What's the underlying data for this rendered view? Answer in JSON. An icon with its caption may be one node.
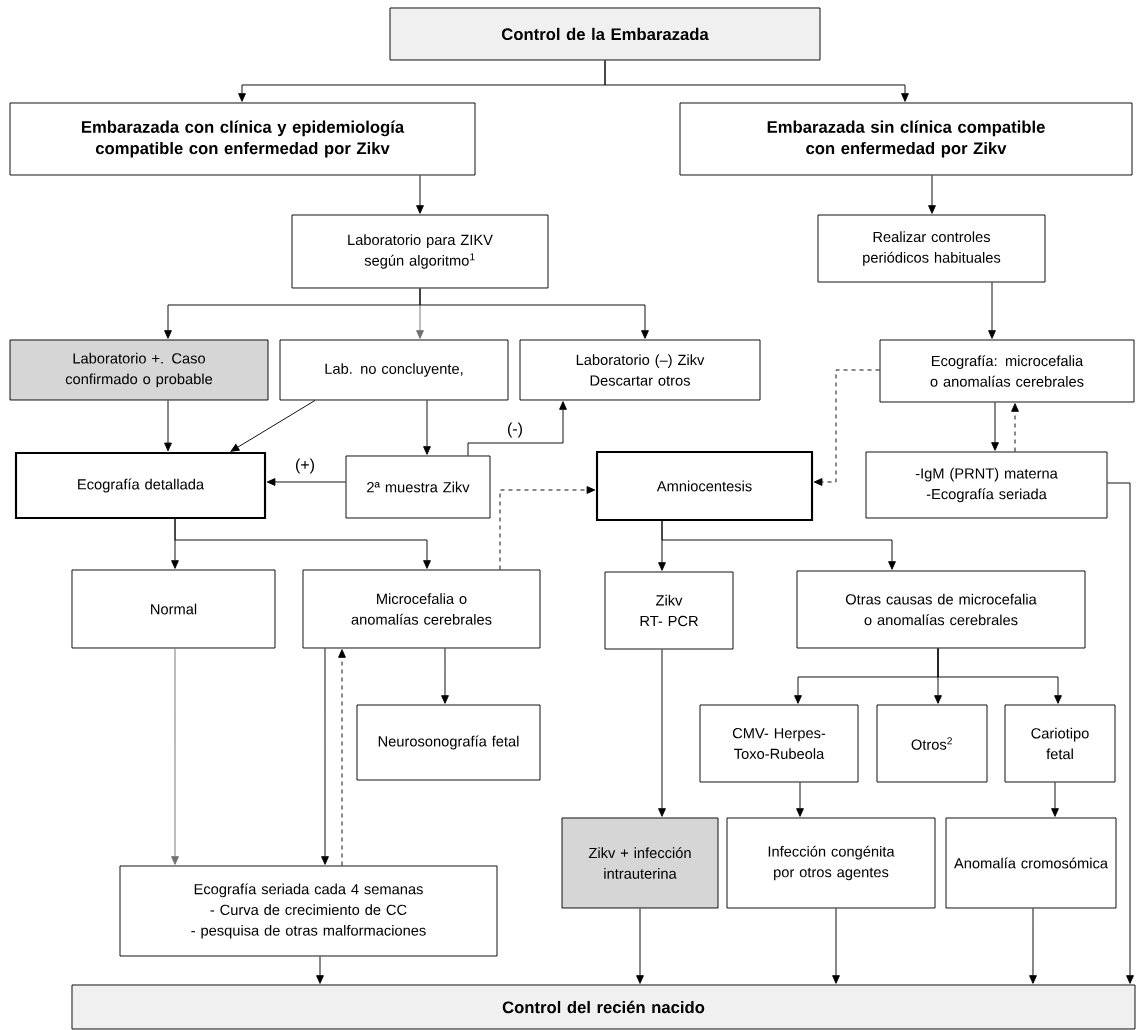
{
  "diagram": {
    "nodes": [
      {
        "text": [
          "Control de la Embarazada"
        ]
      },
      {
        "text": [
          "Embarazada con clínica y epidemiología compatible con enfermedad por Zikv"
        ]
      },
      {
        "text": [
          "Embarazada sin clínica compatible con enfermedad por Zikv"
        ]
      },
      {
        "text": [
          "Laboratorio para ZIKV según algoritmo$^{1}$"
        ]
      },
      {
        "text": [
          "Realizar controles periódicos habituales"
        ]
      },
      {
        "text": [
          "Laboratorio +. Caso confirmado o probable"
        ]
      },
      {
        "text": [
          "Lab. no concluyente,"
        ]
      },
      {
        "text": [
          "Laboratorio (–) Zikv Descartar otros"
        ]
      },
      {
        "text": [
          "Ecografía: microcefalia o anomalías cerebrales"
        ]
      },
      {
        "text": [
          "Ecografía detallada"
        ]
      },
      {
        "text": [
          "2ª muestra Zikv"
        ]
      },
      {
        "text": [
          "Amniocentesis"
        ]
      },
      {
        "text": [
          "-IgM (PRNT) materna",
          "-Ecografía seriada"
        ]
      },
      {
        "text": [
          "Normal"
        ]
      },
      {
        "text": [
          "Microcefalia o anomalías cerebrales"
        ]
      },
      {
        "text": [
          "Zikv",
          "RT- PCR"
        ]
      },
      {
        "text": [
          "Otras causas de microcefalia o anomalías cerebrales"
        ]
      },
      {
        "text": [
          "Neurosonografía fetal"
        ]
      },
      {
        "text": [
          "CMV- Herpes- Toxo-Rubeola"
        ]
      },
      {
        "text": [
          "Otros$^{2}$"
        ]
      },
      {
        "text": [
          "Cariotipo fetal"
        ]
      },
      {
        "text": [
          "Zikv + infección intrauterina"
        ]
      },
      {
        "text": [
          "Infección congénita por otros agentes"
        ]
      },
      {
        "text": [
          "Anomalía cromosómica"
        ]
      },
      {
        "text": [
          "Ecografía seriada cada 4 semanas",
          "- Curva de crecimiento de CC",
          "- pesquisa de otras malformaciones"
        ]
      },
      {
        "text": [
          "Control del recién nacido"
        ]
      }
    ],
    "edges": [
      {
        "from": 0,
        "to": 1,
        "arrow": "to"
      },
      {
        "from": 0,
        "to": 2,
        "arrow": "to"
      },
      {
        "from": 1,
        "to": 3,
        "arrow": "to"
      },
      {
        "from": 2,
        "to": 4,
        "arrow": "to"
      },
      {
        "from": 3,
        "to": 5,
        "arrow": "to"
      },
      {
        "from": 3,
        "to": 6,
        "arrow": "to",
        "color": "#707070"
      },
      {
        "from": 3,
        "to": 7,
        "arrow": "to"
      },
      {
        "from": 4,
        "to": 8,
        "arrow": "to"
      },
      {
        "from": 5,
        "to": 9,
        "arrow": "to"
      },
      {
        "from": 6,
        "to": 9,
        "arrow": "to"
      },
      {
        "from": 6,
        "to": 10,
        "arrow": "to"
      },
      {
        "from": 10,
        "to": 9,
        "arrow": "to",
        "label": "(+)"
      },
      {
        "from": 10,
        "to": 7,
        "arrow": "to",
        "label": "(-)"
      },
      {
        "from": 8,
        "to": 11,
        "arrow": "to",
        "style": "dashed"
      },
      {
        "from": 8,
        "to": 12,
        "arrow": "to"
      },
      {
        "from": 12,
        "to": 8,
        "arrow": "to",
        "style": "dashed"
      },
      {
        "from": 14,
        "to": 11,
        "arrow": "to",
        "style": "dashed"
      },
      {
        "from": 9,
        "to": 13,
        "arrow": "to"
      },
      {
        "from": 9,
        "to": 14,
        "arrow": "to"
      },
      {
        "from": 11,
        "to": 15,
        "arrow": "to"
      },
      {
        "from": 11,
        "to": 16,
        "arrow": "to"
      },
      {
        "from": 13,
        "to": 24,
        "arrow": "to",
        "color": "#707070"
      },
      {
        "from": 14,
        "to": 24,
        "arrow": "to"
      },
      {
        "from": 24,
        "to": 14,
        "arrow": "to",
        "style": "dashed"
      },
      {
        "from": 14,
        "to": 17,
        "arrow": "to"
      },
      {
        "from": 15,
        "to": 21,
        "arrow": "to"
      },
      {
        "from": 16,
        "to": 18,
        "arrow": "to"
      },
      {
        "from": 16,
        "to": 19,
        "arrow": "to"
      },
      {
        "from": 16,
        "to": 20,
        "arrow": "to"
      },
      {
        "from": 18,
        "to": 22,
        "arrow": "to"
      },
      {
        "from": 20,
        "to": 23,
        "arrow": "to"
      },
      {
        "from": 24,
        "to": 25,
        "arrow": "to"
      },
      {
        "from": 21,
        "to": 25,
        "arrow": "to"
      },
      {
        "from": 22,
        "to": 25,
        "arrow": "to"
      },
      {
        "from": 23,
        "to": 25,
        "arrow": "to"
      },
      {
        "from": 12,
        "to": 25,
        "arrow": "to"
      }
    ]
  }
}
